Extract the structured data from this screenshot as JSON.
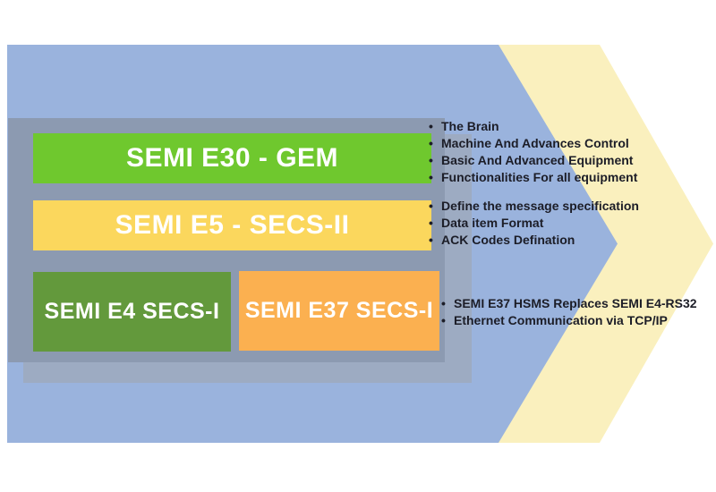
{
  "boxes": [
    {
      "id": "semi-e30-gem",
      "label": "SEMI E30 - GEM",
      "color": "#6FC82E"
    },
    {
      "id": "semi-e5-secs2",
      "label": "SEMI E5 - SECS-II",
      "color": "#FBD75D"
    },
    {
      "id": "semi-e4-secs1",
      "label": "SEMI E4 SECS-I",
      "color": "#63993C"
    },
    {
      "id": "semi-e37-secs1",
      "label": "SEMI E37 SECS-I",
      "color": "#FBB050"
    }
  ],
  "bullet_groups": [
    {
      "for": "SEMI E30 - GEM",
      "items": [
        "The Brain",
        "Machine And Advances Control",
        "Basic And Advanced Equipment",
        "Functionalities For all equipment"
      ]
    },
    {
      "for": "SEMI E5 - SECS-II",
      "items": [
        "Define the message specification",
        "Data item Format",
        "ACK Codes Defination"
      ]
    },
    {
      "for": "SEMI E4 SECS-I / SEMI E37 SECS-I",
      "items": [
        "SEMI E37 HSMS Replaces SEMI E4-RS32",
        "Ethernet Communication via TCP/IP"
      ]
    }
  ],
  "icons": {
    "bullet": "•"
  },
  "colors": {
    "arrow_blue": "#9AB3DD",
    "arrow_cream": "#FAF0BE",
    "panel_gray": "#8C9AB1",
    "panel_shadow_gray": "#9DABC2",
    "box_e30_green": "#6FC82E",
    "box_e5_yellow": "#FBD75D",
    "box_e4_green": "#63993C",
    "box_e37_orange": "#FBB050",
    "bullet_text": "#1C1D27",
    "box_text": "#FFFFFF"
  }
}
